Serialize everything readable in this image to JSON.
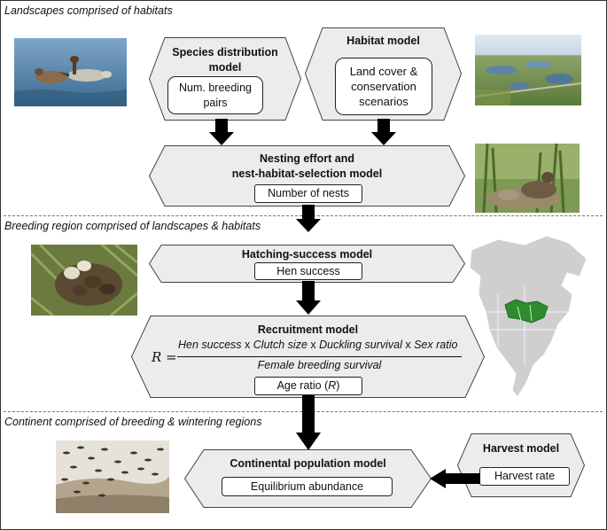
{
  "regions": {
    "landscapes": "Landscapes comprised of habitats",
    "breeding": "Breeding region comprised of landscapes & habitats",
    "continent": "Continent comprised of breeding & wintering regions"
  },
  "models": {
    "species": {
      "title": "Species distribution model",
      "output": "Num. breeding pairs"
    },
    "habitat": {
      "title": "Habitat model",
      "output": "Land cover & conservation scenarios"
    },
    "nesting": {
      "title_line1": "Nesting effort and",
      "title_line2": "nest-habitat-selection model",
      "output": "Number of nests"
    },
    "hatching": {
      "title": "Hatching-success model",
      "output": "Hen success"
    },
    "recruitment": {
      "title": "Recruitment model",
      "output_prefix": "Age ratio (",
      "output_var": "R",
      "output_suffix": ")"
    },
    "continental": {
      "title": "Continental population model",
      "output": "Equilibrium abundance"
    },
    "harvest": {
      "title": "Harvest model",
      "output": "Harvest rate"
    }
  },
  "equation": {
    "lhs": "R",
    "equals": "=",
    "numerator": {
      "t1": "Hen success",
      "op1": " x ",
      "t2": "Clutch size",
      "op2": " x ",
      "t3": "Duckling survival",
      "op3": " x ",
      "t4": "Sex ratio"
    },
    "denominator": "Female breeding survival"
  },
  "colors": {
    "model_fill": "#ececec",
    "model_stroke": "#444444",
    "arrow": "#000000",
    "map_highlight": "#2e8b2e",
    "map_land": "#cfcfcf"
  },
  "icons": {
    "photo1": "pintail-ducks-photo",
    "photo2": "prairie-wetland-aerial-photo",
    "photo3": "nesting-hen-photo",
    "photo4": "duck-eggs-nest-photo",
    "photo5": "flock-in-flight-photo",
    "map": "north-america-map"
  }
}
